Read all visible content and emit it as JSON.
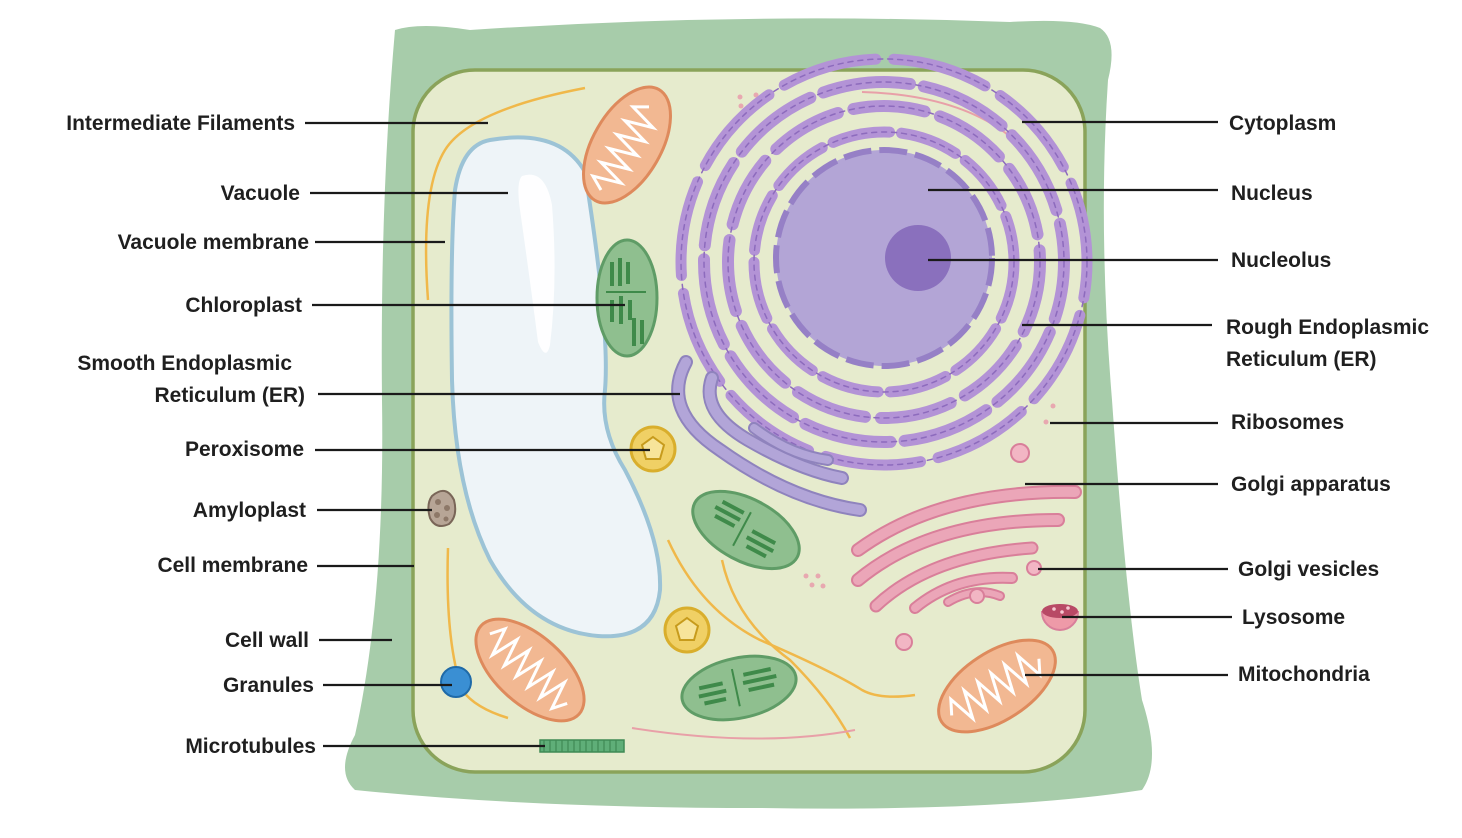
{
  "labels": {
    "intermediate_filaments": "Intermediate Filaments",
    "vacuole": "Vacuole",
    "vacuole_membrane": "Vacuole membrane",
    "chloroplast": "Chloroplast",
    "smooth_er_line1": "Smooth Endoplasmic",
    "smooth_er_line2": "Reticulum (ER)",
    "peroxisome": "Peroxisome",
    "amyloplast": "Amyloplast",
    "cell_membrane": "Cell membrane",
    "cell_wall": "Cell wall",
    "granules": "Granules",
    "microtubules": "Microtubules",
    "cytoplasm": "Cytoplasm",
    "nucleus": "Nucleus",
    "nucleolus": "Nucleolus",
    "rough_er_line1": "Rough Endoplasmic",
    "rough_er_line2": "Reticulum (ER)",
    "ribosomes": "Ribosomes",
    "golgi_apparatus": "Golgi apparatus",
    "golgi_vesicles": "Golgi vesicles",
    "lysosome": "Lysosome",
    "mitochondria": "Mitochondria"
  },
  "colors": {
    "cell_wall": "#a7ccaa",
    "cytoplasm": "#e6ebcd",
    "membrane": "#8aa35a",
    "vacuole": "#eef4f8",
    "vacuole_membrane": "#9cc3d6",
    "nucleus": "#b3a5d6",
    "nucleolus": "#8a70bd",
    "er": "#b393d6",
    "golgi": "#eba6b8",
    "chloroplast": "#8fbf8f",
    "mitochondria": "#f2b892",
    "peroxisome": "#f0d065",
    "granule": "#3a8fd3",
    "filament": "#f0b84a"
  }
}
